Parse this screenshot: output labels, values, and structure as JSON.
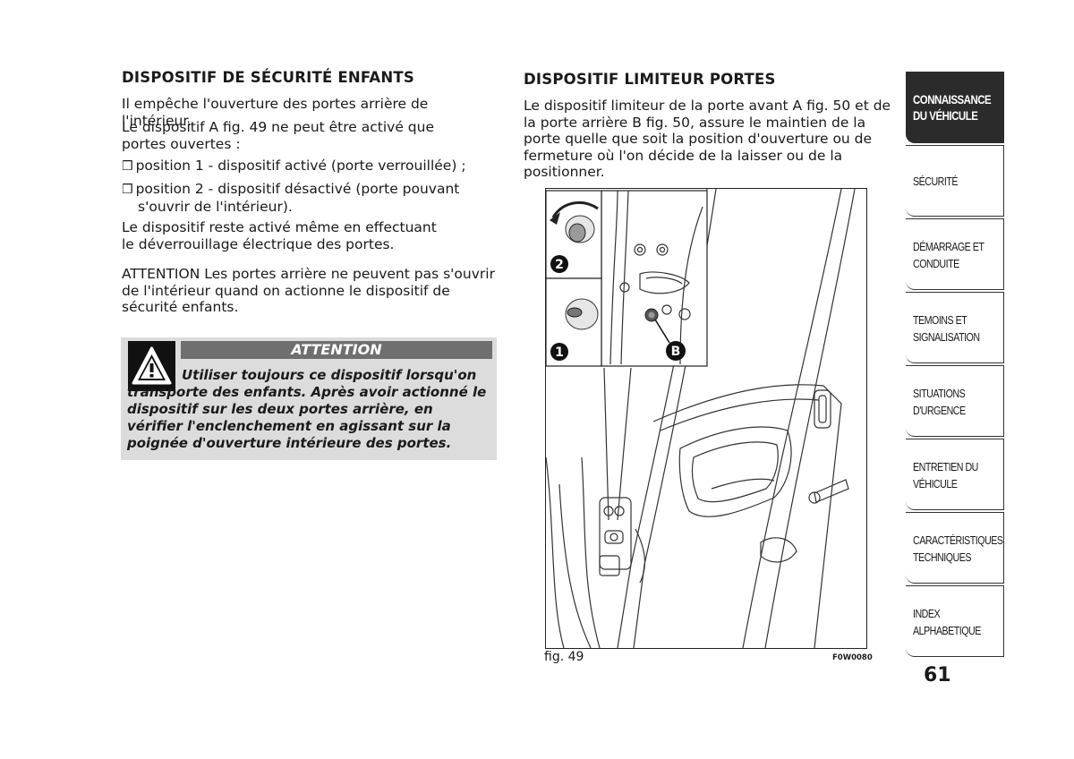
{
  "left": {
    "heading": "DISPOSITIF DE SÉCURITÉ ENFANTS",
    "p1": "Il empêche l'ouverture des portes arrière de l'intérieur.",
    "p2": "Le dispositif A fig. 49 ne peut être activé que portes ouvertes :",
    "bullet_symbol": "❒",
    "bullets": [
      "position 1 - dispositif activé (porte verrouillée) ;",
      "position 2 - dispositif désactivé (porte pouvant s'ouvrir de l'intérieur)."
    ],
    "p3": "Le dispositif reste activé même en effectuant le déverrouillage électrique des portes.",
    "p4": "ATTENTION Les portes arrière ne peuvent pas s'ouvrir de l'intérieur quand on actionne le dispositif de sécurité enfants."
  },
  "warning": {
    "title": "ATTENTION",
    "text": "Utiliser toujours ce dispositif lorsqu'on transporte des enfants. Après avoir actionné le dispositif sur les deux portes arrière, en vérifier l'enclenchement en agissant sur la poignée d'ouverture intérieure des portes.",
    "icon": "warning-triangle-icon"
  },
  "right": {
    "heading": "DISPOSITIF LIMITEUR PORTES",
    "p1": "Le dispositif limiteur de la porte avant A fig. 50 et de la porte arrière B fig. 50, assure le maintien de la porte quelle que soit la position d'ouverture ou de fermeture où l'on décide de la laisser ou de la positionner."
  },
  "figure": {
    "caption": "fig. 49",
    "code": "F0W0080",
    "labels": {
      "one": "1",
      "two": "2",
      "b": "B"
    }
  },
  "tabs": [
    "CONNAISSANCE DU VÉHICULE",
    "SÉCURITÉ",
    "DÉMARRAGE ET CONDUITE",
    "TEMOINS ET SIGNALISATION",
    "SITUATIONS D'URGENCE",
    "ENTRETIEN DU VÉHICULE",
    "CARACTÉRISTIQUES TECHNIQUES",
    "INDEX ALPHABETIQUE"
  ],
  "tab_lines": [
    [
      "CONNAISSANCE",
      "DU VÉHICULE"
    ],
    [
      "SÉCURITÉ"
    ],
    [
      "DÉMARRAGE ET",
      "CONDUITE"
    ],
    [
      "TEMOINS ET",
      "SIGNALISATION"
    ],
    [
      "SITUATIONS",
      "D'URGENCE"
    ],
    [
      "ENTRETIEN DU",
      "VÉHICULE"
    ],
    [
      "CARACTÉRISTIQUES",
      "TECHNIQUES"
    ],
    [
      "INDEX",
      "ALPHABETIQUE"
    ]
  ],
  "active_tab": 0,
  "page_number": "61",
  "colors": {
    "warning_bg": "#dcdcdc",
    "warning_header": "#6f6f6f",
    "tab_active": "#2b2b2b"
  }
}
